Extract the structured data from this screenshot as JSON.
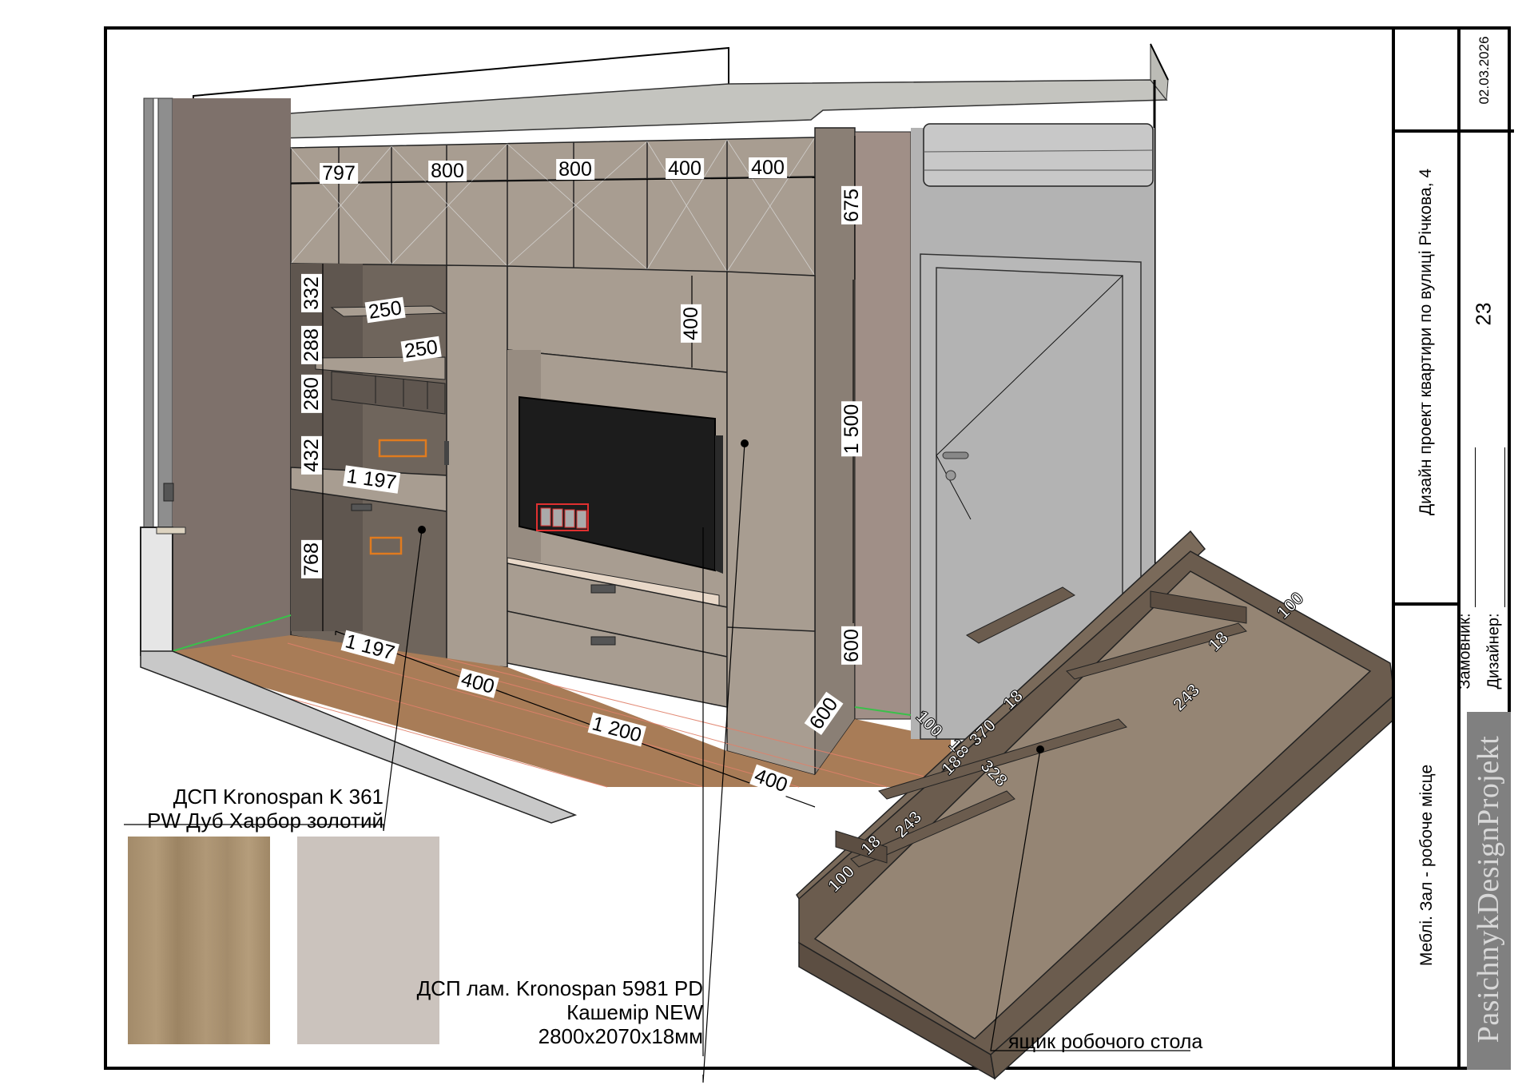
{
  "title_block": {
    "date": "02.03.2026",
    "project_title": "Дизайн проект квартири по вулиці Річкова, 4",
    "sheet_number": "23",
    "sheet_name": "Меблі. Зал - робоче місце",
    "customer_label": "Замовник:",
    "designer_label": "Дизайнер:",
    "studio_name": "PasichnykDesignProjekt"
  },
  "dimensions": {
    "top": [
      "797",
      "800",
      "800",
      "400",
      "400"
    ],
    "upper_height": "675",
    "middle_height": "1 500",
    "lower_height": "600",
    "depth": "600",
    "tv_top_panel": "400",
    "desk_shelves": {
      "shelf_depth_1": "250",
      "shelf_depth_2": "250",
      "h1": "332",
      "h2": "288",
      "h3": "280",
      "h4": "432",
      "desk_height": "768",
      "desk_width_top": "1 197",
      "desk_width_floor": "1 197"
    },
    "floor": {
      "left_panel": "400",
      "tv_unit": "1 200",
      "right_panel": "400"
    }
  },
  "drawer_detail": {
    "label": "ящик робочого стола",
    "dims": {
      "top_right_100": "100",
      "top_right_18": "18",
      "top_right_243": "243",
      "middle_18": "18",
      "left_100": "100",
      "middle_370": "370",
      "middle_18b": "18",
      "middle_18c": "18",
      "middle_328": "328",
      "bottom_243": "243",
      "bottom_18": "18",
      "bottom_100": "100"
    }
  },
  "materials": [
    {
      "line1": "ДСП Kronospan K 361",
      "line2": "PW Дуб Харбор золотий",
      "swatch_color": "#a8916f"
    },
    {
      "line1": "ДСП лам. Kronospan 5981 PD",
      "line2": "Кашемір NEW",
      "line3": "2800x2070x18мм",
      "swatch_color": "#cbc3bd"
    }
  ],
  "colors": {
    "facade": "#a89d91",
    "facade_side": "#8a7f75",
    "desk_interior": "#6f655c",
    "floor": "#a87c57",
    "floor_lines": "#e0806a",
    "wall_left": "#7e716b",
    "wall_pink": "#a08f87",
    "wall_right": "#b3b3b3",
    "ceiling": "#c0c0bb",
    "drawer": "#6b5c4e",
    "drawer_floor": "#958574",
    "tv": "#1c1c1c",
    "tv_shelf": "#e8d8c8",
    "outlets_orange": "#e07b1f",
    "outlets_red": "#e03030",
    "skirting_green": "#3ac04a",
    "brand_panel": "#808080"
  }
}
